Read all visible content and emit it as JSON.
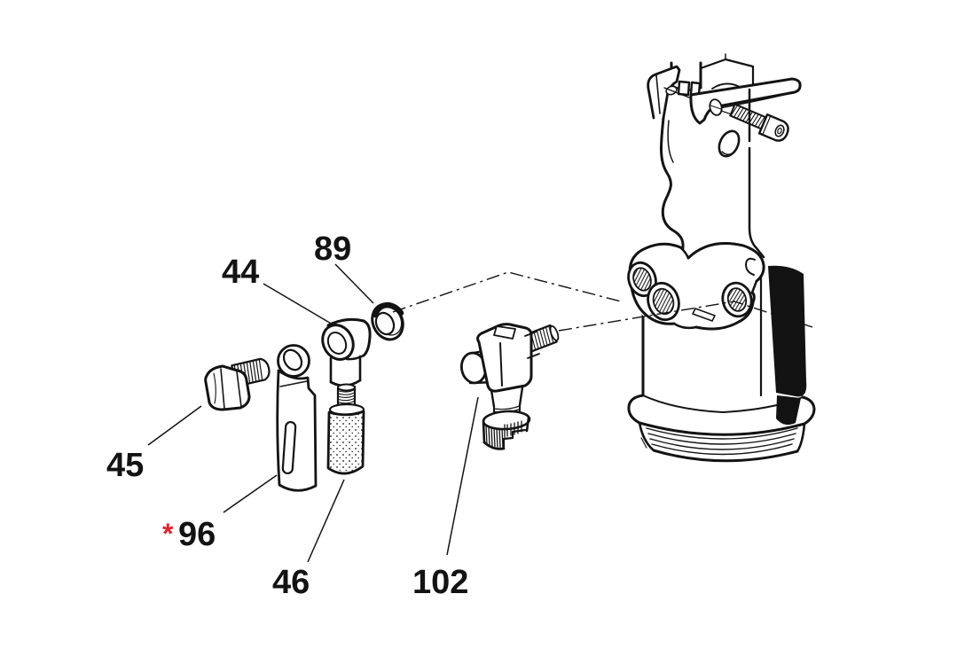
{
  "diagram": {
    "type": "exploded-parts-diagram",
    "background": "#ffffff",
    "ink": "#131313",
    "accent_red": "#e8212e",
    "part_labels": {
      "p44": "44",
      "p89": "89",
      "p45": "45",
      "p96": "96",
      "p46": "46",
      "p102": "102"
    },
    "footnote_marker": "*"
  }
}
